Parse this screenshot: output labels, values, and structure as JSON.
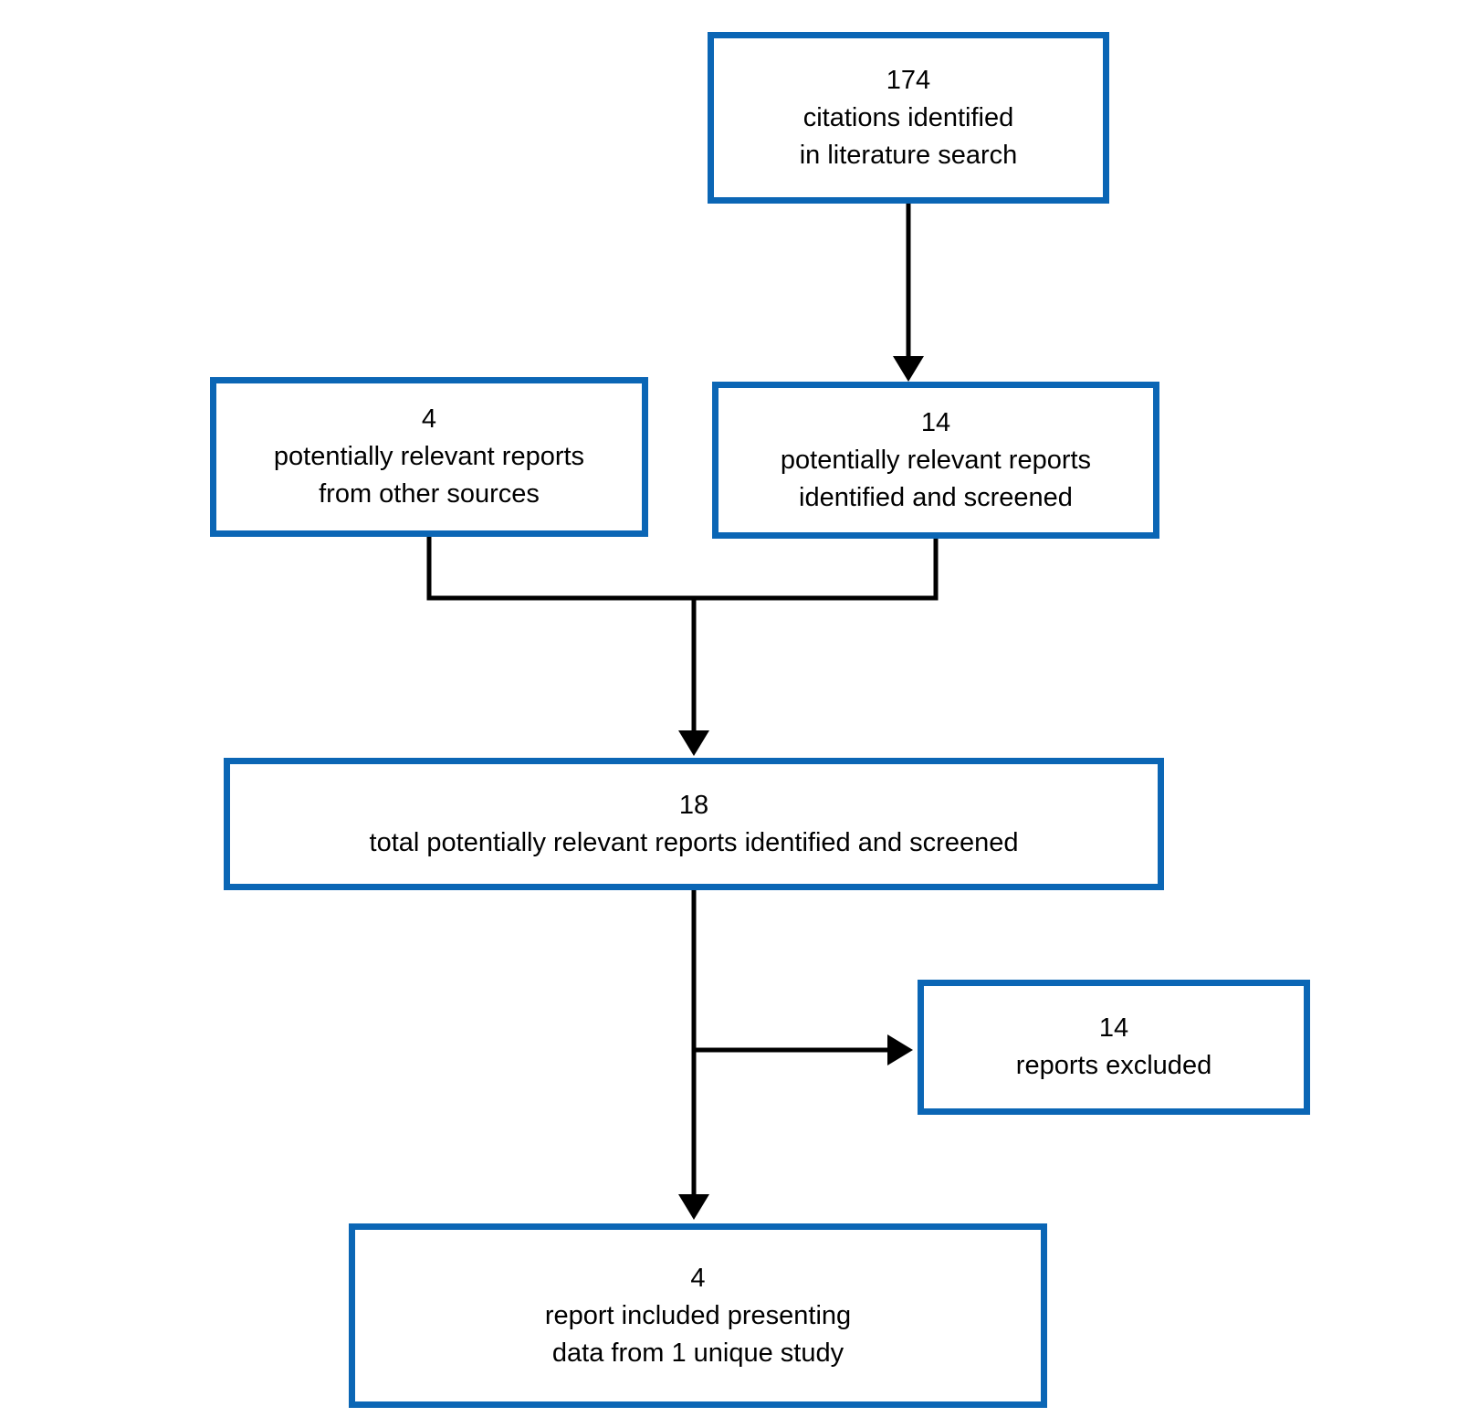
{
  "diagram": {
    "type": "flowchart",
    "description": "Literature search screening flow diagram",
    "colors": {
      "box_border": "#0B66B5",
      "connector": "#000000",
      "text": "#000000",
      "background": "#FFFFFF"
    },
    "nodes": {
      "citations": {
        "count": "174",
        "label": "citations identified\nin literature search"
      },
      "other_sources": {
        "count": "4",
        "label": "potentially relevant reports\nfrom other sources"
      },
      "screened": {
        "count": "14",
        "label": "potentially relevant reports\nidentified and screened"
      },
      "total": {
        "count": "18",
        "label": "total potentially relevant reports identified and screened"
      },
      "excluded": {
        "count": "14",
        "label": "reports excluded"
      },
      "included": {
        "count": "4",
        "label": "report included presenting\ndata from 1 unique study"
      }
    },
    "edges": [
      {
        "from": "citations",
        "to": "screened"
      },
      {
        "from": "other_sources",
        "to": "total"
      },
      {
        "from": "screened",
        "to": "total"
      },
      {
        "from": "total",
        "to": "excluded"
      },
      {
        "from": "total",
        "to": "included"
      }
    ]
  }
}
